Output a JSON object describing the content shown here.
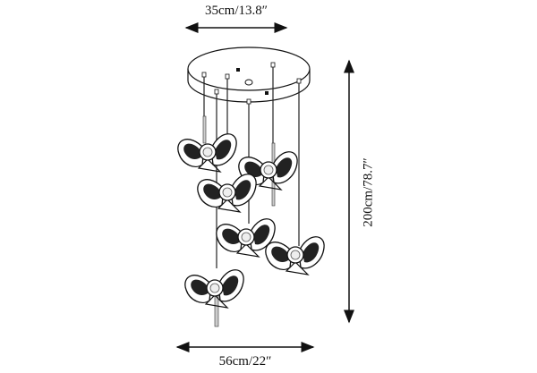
{
  "dimensions": {
    "canopy_width": "35cm/13.8″",
    "total_height": "200cm/78.7″",
    "overall_diameter": "56cm/22″"
  },
  "product": {
    "icon": "pendant-light-icon",
    "pendant_count": 6
  },
  "colors": {
    "line": "#111111",
    "shade": "#2a2a2a"
  }
}
